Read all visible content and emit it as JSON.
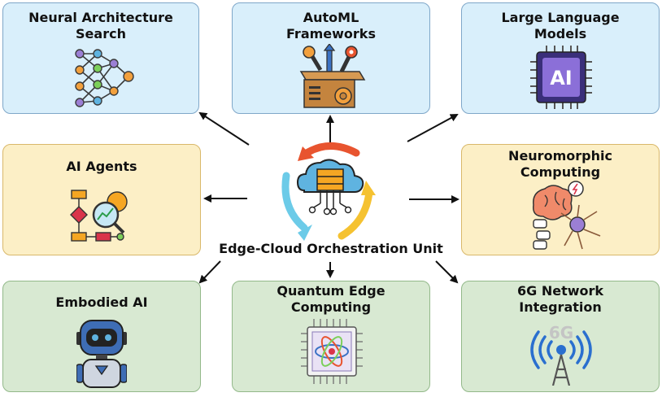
{
  "center": {
    "label": "Edge-Cloud Orchestration Unit"
  },
  "nodes": {
    "nas": {
      "line1": "Neural Architecture",
      "line2": "Search"
    },
    "automl": {
      "line1": "AutoML",
      "line2": "Frameworks"
    },
    "llm": {
      "line1": "Large Language",
      "line2": "Models",
      "chip_text": "AI"
    },
    "agents": {
      "line1": "AI Agents"
    },
    "neuro": {
      "line1": "Neuromorphic",
      "line2": "Computing"
    },
    "embodied": {
      "line1": "Embodied AI"
    },
    "quantum": {
      "line1": "Quantum Edge",
      "line2": "Computing"
    },
    "sixg": {
      "line1": "6G Network",
      "line2": "Integration",
      "icon_text": "6G"
    }
  },
  "colors": {
    "blue_fill": "#d9effb",
    "yellow_fill": "#fcefc6",
    "green_fill": "#d8e9d2"
  }
}
